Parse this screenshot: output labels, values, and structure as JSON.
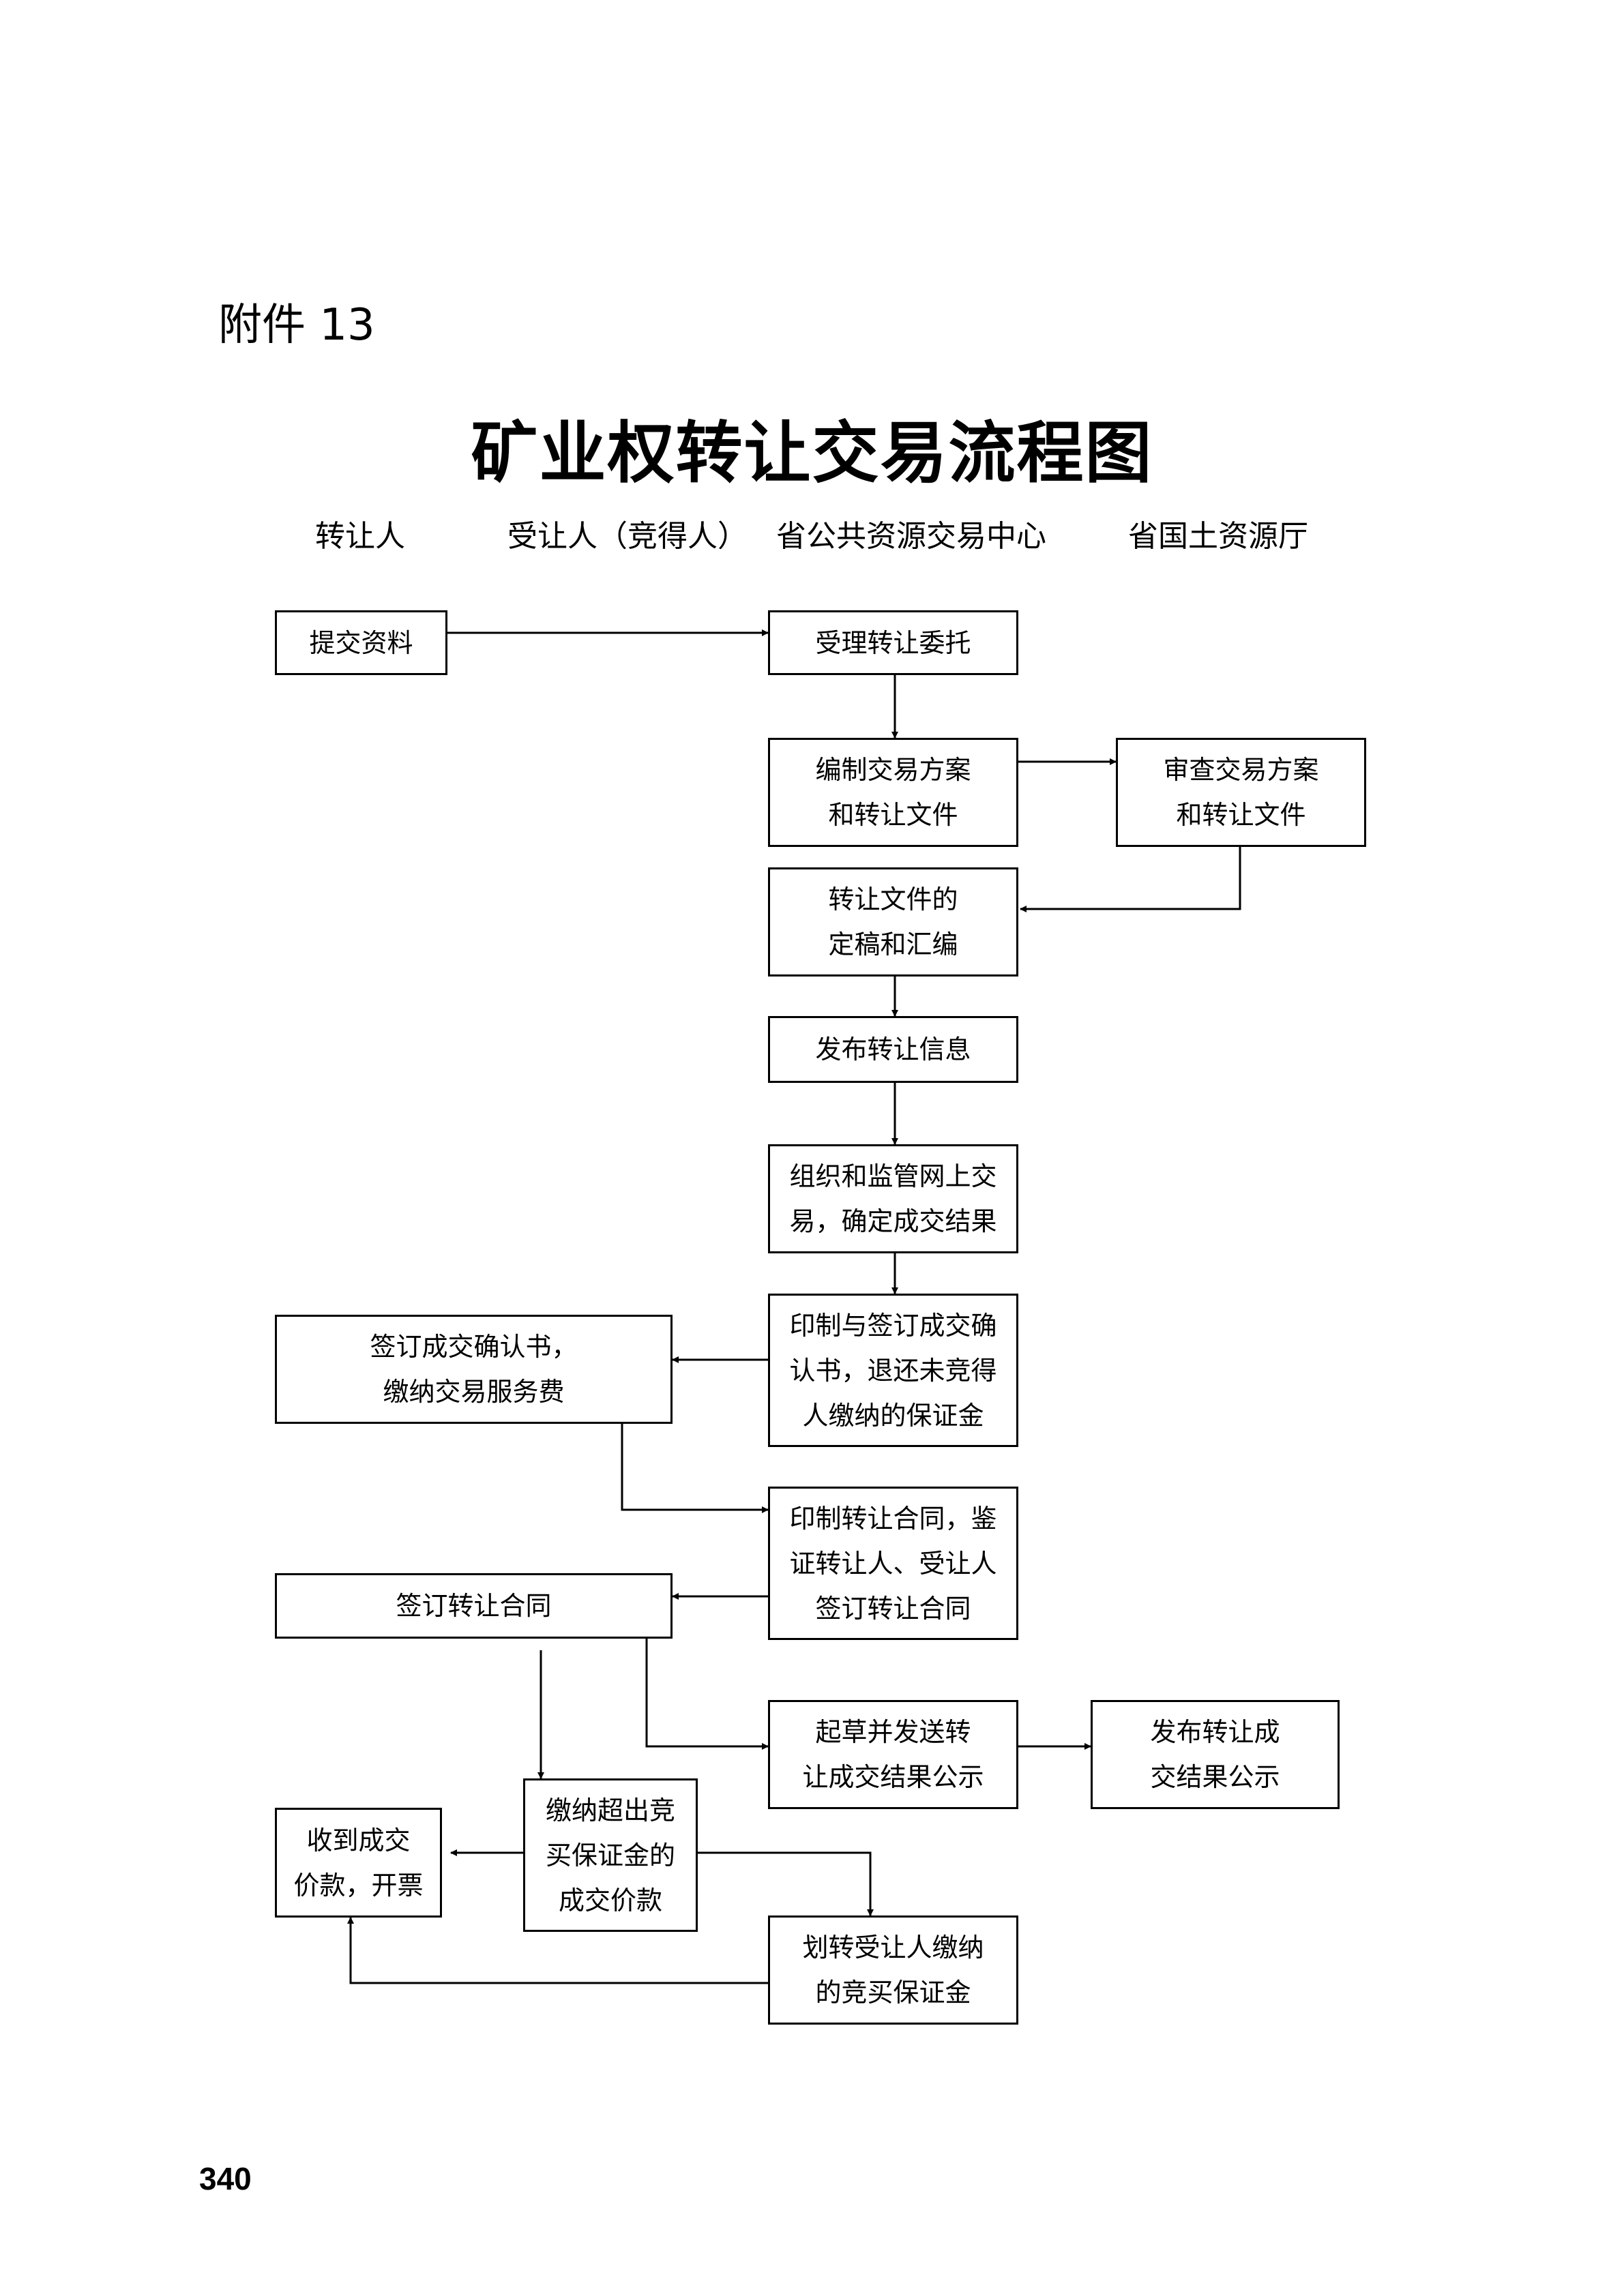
{
  "header": {
    "attachment_label": "附件 13",
    "title": "矿业权转让交易流程图"
  },
  "columns": {
    "transferor": "转让人",
    "transferee": "受让人（竞得人）",
    "trading_center": "省公共资源交易中心",
    "land_department": "省国土资源厅"
  },
  "nodes": {
    "submit": [
      "提交资料"
    ],
    "accept": [
      "受理转让委托"
    ],
    "compile": [
      "编制交易方案",
      "和转让文件"
    ],
    "review": [
      "审查交易方案",
      "和转让文件"
    ],
    "finalize": [
      "转让文件的",
      "定稿和汇编"
    ],
    "publish_info": [
      "发布转让信息"
    ],
    "organize": [
      "组织和监管网上交",
      "易，确定成交结果"
    ],
    "print_confirm": [
      "印制与签订成交确",
      "认书，退还未竞得",
      "人缴纳的保证金"
    ],
    "sign_confirm": [
      "签订成交确认书，",
      "缴纳交易服务费"
    ],
    "print_contract": [
      "印制转让合同，鉴",
      "证转让人、受让人",
      "签订转让合同"
    ],
    "sign_contract": [
      "签订转让合同"
    ],
    "draft_publicity": [
      "起草并发送转",
      "让成交结果公示"
    ],
    "publish_result": [
      "发布转让成",
      "交结果公示"
    ],
    "pay_price": [
      "缴纳超出竞",
      "买保证金的",
      "成交价款"
    ],
    "receive_payment": [
      "收到成交",
      "价款，开票"
    ],
    "transfer_deposit": [
      "划转受让人缴纳",
      "的竞买保证金"
    ]
  },
  "page_number": "340"
}
